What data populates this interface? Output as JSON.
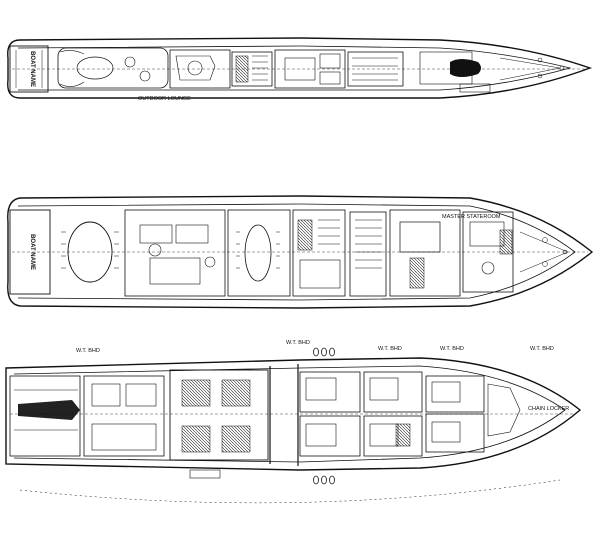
{
  "drawing": {
    "line_color": "#111111",
    "paper_color": "#ffffff",
    "decks": [
      {
        "id": "upper-deck",
        "stern_label": "BOAT NAME",
        "room_labels": [
          "OUTDOOR LOUNGE"
        ]
      },
      {
        "id": "main-deck",
        "stern_label": "BOAT NAME",
        "room_labels": [
          "MASTER STATEROOM"
        ]
      },
      {
        "id": "lower-deck",
        "stern_label": "",
        "room_labels": [
          "W.T. BHD",
          "W.T. BHD",
          "W.T. BHD",
          "W.T. BHD",
          "W.T. BHD",
          "CHAIN LOCKER"
        ]
      }
    ]
  }
}
